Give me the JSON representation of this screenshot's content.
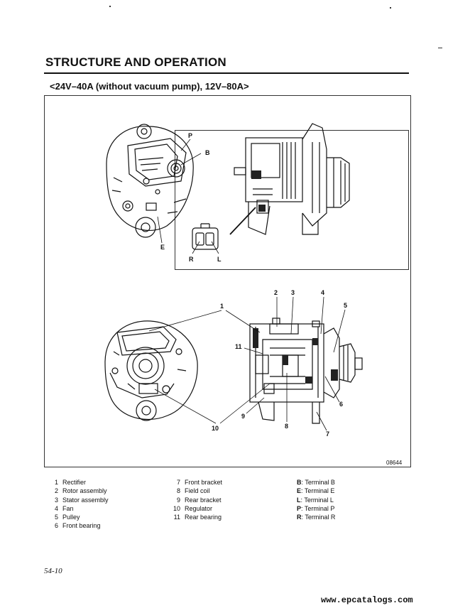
{
  "header": {
    "section_title": "STRUCTURE AND OPERATION",
    "subtitle": "<24V–40A (without vacuum pump), 12V–80A>"
  },
  "figure": {
    "figure_number": "08644",
    "callouts": {
      "P": "P",
      "B": "B",
      "E": "E",
      "R": "R",
      "L": "L",
      "n1": "1",
      "n2": "2",
      "n3": "3",
      "n4": "4",
      "n5": "5",
      "n6": "6",
      "n7": "7",
      "n8": "8",
      "n9": "9",
      "n10": "10",
      "n11": "11"
    }
  },
  "legend": {
    "numbered": [
      {
        "num": "1",
        "label": "Rectifier"
      },
      {
        "num": "2",
        "label": "Rotor assembly"
      },
      {
        "num": "3",
        "label": "Stator assembly"
      },
      {
        "num": "4",
        "label": "Fan"
      },
      {
        "num": "5",
        "label": "Pulley"
      },
      {
        "num": "6",
        "label": "Front bearing"
      },
      {
        "num": "7",
        "label": "Front bracket"
      },
      {
        "num": "8",
        "label": "Field coil"
      },
      {
        "num": "9",
        "label": "Rear bracket"
      },
      {
        "num": "10",
        "label": "Regulator"
      },
      {
        "num": "11",
        "label": "Rear bearing"
      }
    ],
    "terminals": [
      {
        "key": "B",
        "label": ": Terminal B"
      },
      {
        "key": "E",
        "label": ": Terminal E"
      },
      {
        "key": "L",
        "label": ": Terminal L"
      },
      {
        "key": "P",
        "label": ": Terminal P"
      },
      {
        "key": "R",
        "label": ": Terminal R"
      }
    ]
  },
  "footer": {
    "page_number": "54-10",
    "watermark": "www.epcatalogs.com"
  }
}
